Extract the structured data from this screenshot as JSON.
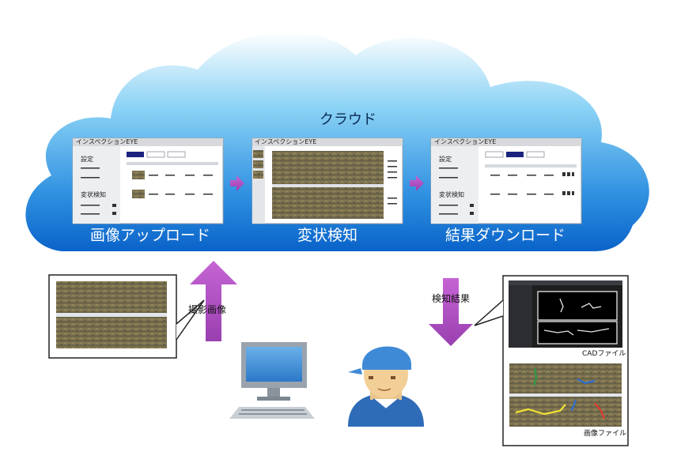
{
  "cloud": {
    "title": "クラウド"
  },
  "steps": [
    {
      "label": "画像アップロード"
    },
    {
      "label": "変状検知"
    },
    {
      "label": "結果ダウンロード"
    }
  ],
  "windows": {
    "upload": {
      "title": "インスペクションEYE",
      "side_settings": "設定",
      "side_detection": "変状検知"
    },
    "detect": {
      "title": "インスペクションEYE"
    },
    "download": {
      "title": "インスペクションEYE",
      "side_settings": "設定",
      "side_detection": "変状検知"
    }
  },
  "arrows": {
    "up_label": "撮影画像",
    "down_label": "検知結果"
  },
  "results": {
    "cad_caption": "CADファイル",
    "image_caption": "画像ファイル"
  },
  "colors": {
    "cloud_top": "#ffffff",
    "cloud_bottom": "#0a63c9",
    "arrow": "#b04fc4",
    "button_active": "#1a237e"
  }
}
